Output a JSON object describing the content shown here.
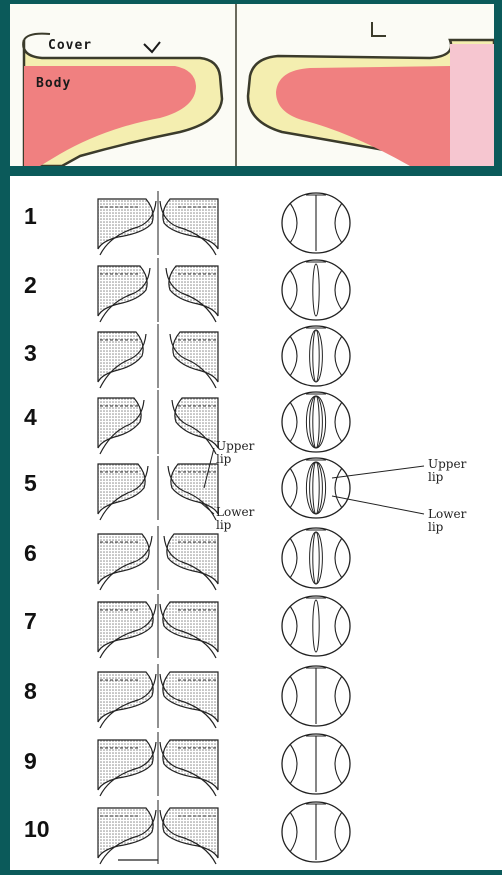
{
  "top": {
    "cover_label": "Cover",
    "body_label": "Body",
    "colors": {
      "body": "#f08080",
      "cover": "#f4eeb0",
      "outline": "#3b3b2b"
    }
  },
  "steps": [
    "1",
    "2",
    "3",
    "4",
    "5",
    "6",
    "7",
    "8",
    "9",
    "10"
  ],
  "annotations": {
    "left_upper": "Upper\nlip",
    "left_lower": "Lower\nlip",
    "right_upper": "Upper\nlip",
    "right_lower": "Lower\nlip"
  },
  "colors": {
    "background": "#0b5a5a",
    "stipple": "#9a9a9a"
  }
}
